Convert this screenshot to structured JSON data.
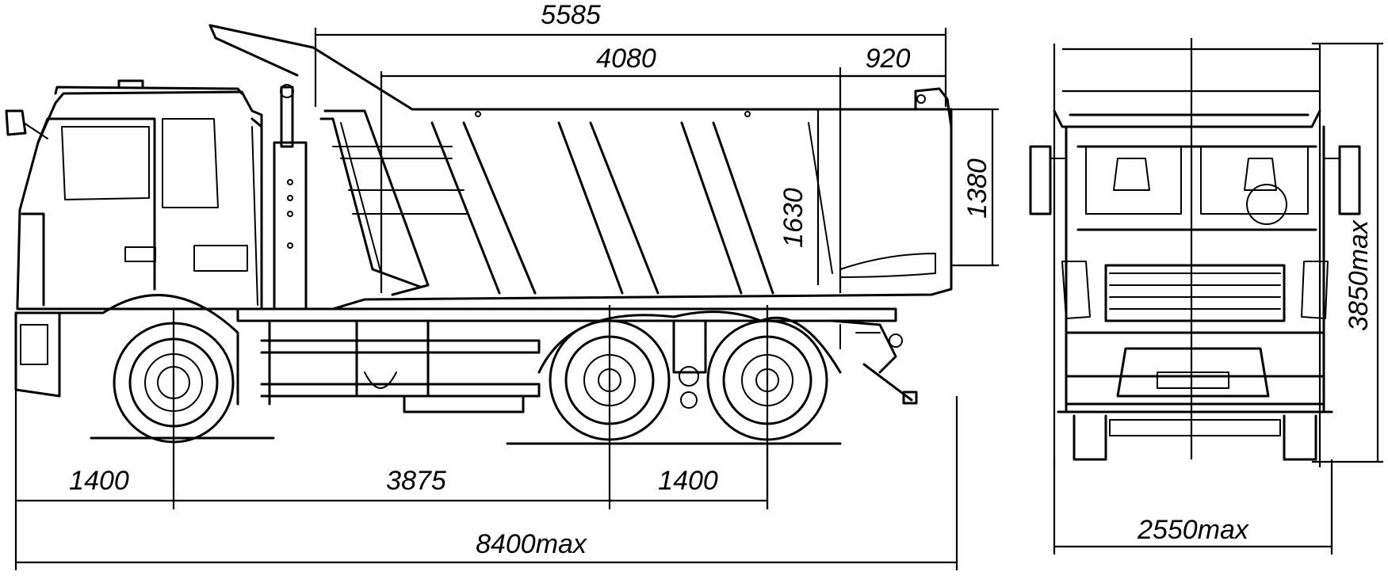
{
  "dimensions": {
    "total_length": "8400max",
    "front_overhang": "1400",
    "wheelbase": "3875",
    "rear_axle_spacing": "1400",
    "overall_top": "5585",
    "body_length": "4080",
    "rear_offset": "920",
    "body_height": "1630",
    "side_height": "1380",
    "total_height": "3850max",
    "total_width": "2550max"
  }
}
